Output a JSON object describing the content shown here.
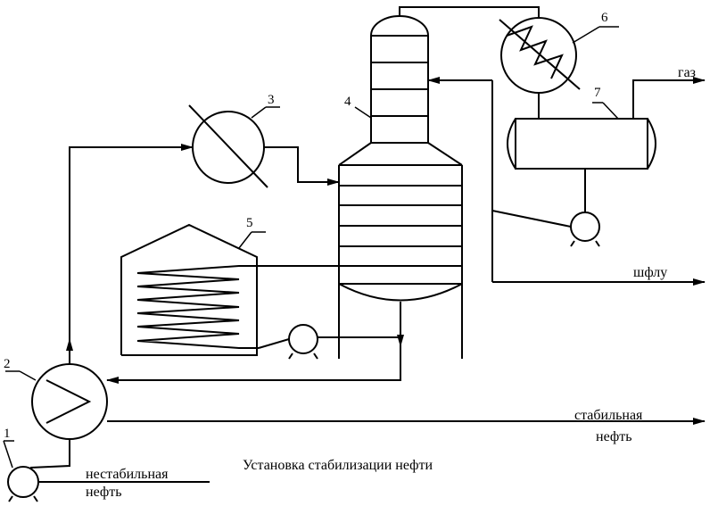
{
  "caption": "Установка стабилизации нефти",
  "streams": {
    "gas": "газ",
    "shflu": "шфлу",
    "stable_line1": "стабильная",
    "stable_line2": "нефть",
    "unstable_line1": "нестабильная",
    "unstable_line2": "нефть"
  },
  "numbers": {
    "pump": "1",
    "heat_exchanger": "2",
    "heater": "3",
    "column": "4",
    "furnace": "5",
    "condenser": "6",
    "separator": "7"
  }
}
